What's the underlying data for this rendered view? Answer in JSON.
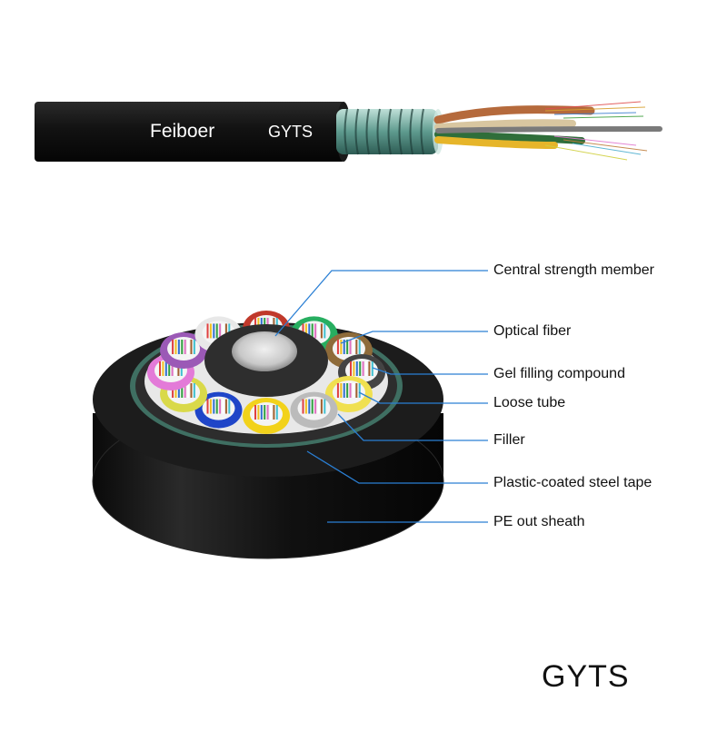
{
  "product": {
    "brand_text": "Feiboer",
    "model_text": "GYTS"
  },
  "callouts": [
    {
      "id": "central-strength-member",
      "label": "Central strength member"
    },
    {
      "id": "optical-fiber",
      "label": "Optical fiber"
    },
    {
      "id": "gel-filling-compound",
      "label": "Gel filling compound"
    },
    {
      "id": "loose-tube",
      "label": "Loose tube"
    },
    {
      "id": "filler",
      "label": "Filler"
    },
    {
      "id": "plastic-coated-steel-tape",
      "label": "Plastic-coated steel tape"
    },
    {
      "id": "pe-out-sheath",
      "label": "PE out sheath"
    }
  ],
  "footer": {
    "title": "GYTS"
  },
  "colors": {
    "sheath": "#151515",
    "steel_tape": "#6fa39a",
    "leader_line": "#2a7fd4",
    "central_member": "#cfcfcf",
    "tube_colors": [
      "#f2d21b",
      "#1f45c8",
      "#d9d94a",
      "#e37ad8",
      "#9b59b6",
      "#e8e8e8",
      "#c0392b",
      "#27ae60",
      "#8e6b3a",
      "#444444",
      "#f0e050",
      "#bbbbbb"
    ]
  }
}
